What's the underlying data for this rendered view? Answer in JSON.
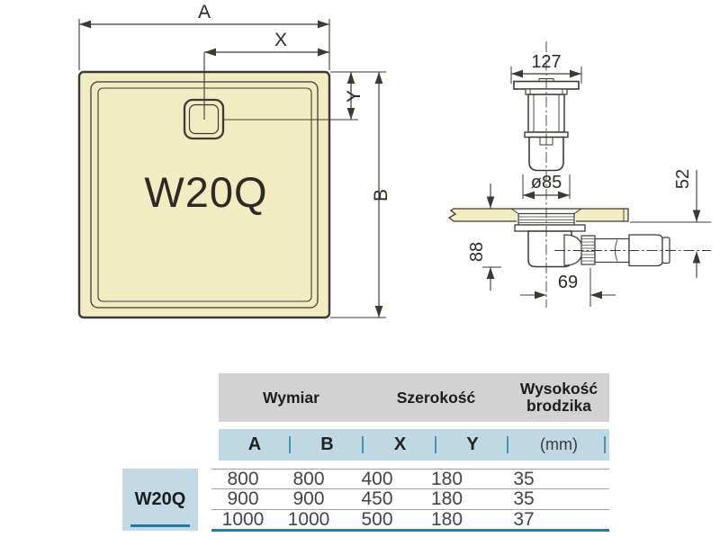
{
  "tray_view": {
    "model": "W20Q",
    "dim_labels": {
      "a": "A",
      "x": "X",
      "y": "Y",
      "b": "B"
    }
  },
  "drain_view": {
    "top_width": "127",
    "diameter": "ø85",
    "outlet_height": "52",
    "trap_depth": "88",
    "outlet_offset": "69"
  },
  "spec_table": {
    "group_headers": [
      "Wymiar",
      "Szerokość",
      "Wysokość brodzika"
    ],
    "column_headers": [
      "A",
      "B",
      "X",
      "Y",
      "(mm)"
    ],
    "row_label": "W20Q",
    "rows": [
      [
        "800",
        "800",
        "400",
        "180",
        "35"
      ],
      [
        "900",
        "900",
        "450",
        "180",
        "35"
      ],
      [
        "1000",
        "1000",
        "500",
        "180",
        "37"
      ]
    ]
  },
  "colors": {
    "tray_fill": "#f2ecc3",
    "drawing_line": "#3e3a33",
    "table_header_bg": "#d2d2d2",
    "table_subheader_bg": "#bfd8e4",
    "row_label_bg": "#c3dae5",
    "separator_blue": "#4a93b4",
    "accent_line": "#2878a5"
  }
}
